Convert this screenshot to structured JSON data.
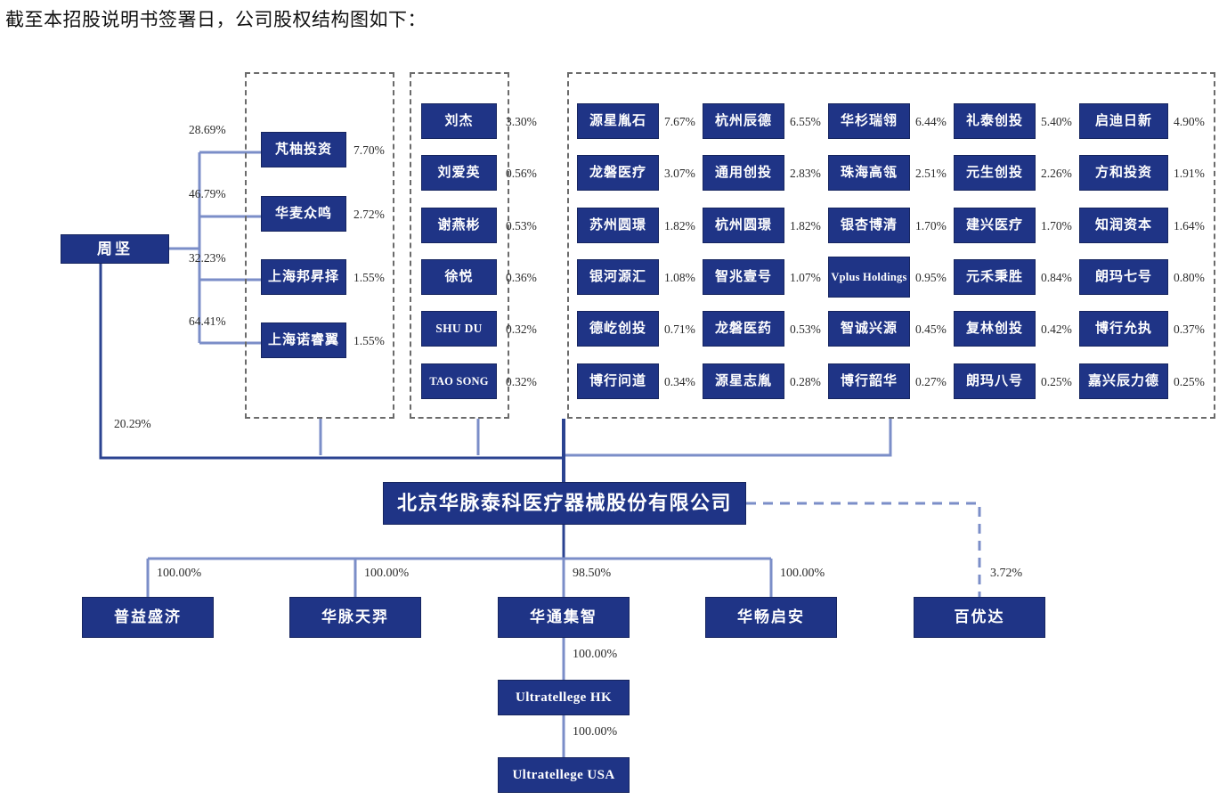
{
  "page": {
    "title": "截至本招股说明书签署日，公司股权结构图如下："
  },
  "colors": {
    "node_fill": "#1f3486",
    "node_text": "#ffffff",
    "connector": "#7b8ec8",
    "connector_dark": "#1f3486",
    "group_border": "#6b6b6b",
    "background": "#ffffff"
  },
  "chart_data": {
    "type": "diagram",
    "subtype": "shareholding-structure-tree",
    "root": "北京华脉泰科医疗器械股份有限公司"
  },
  "controller": {
    "name": "周坚",
    "direct_pct": "20.29%",
    "holdings": [
      {
        "pct_left": "28.69%",
        "entity": "芃柚投资",
        "pct_right": "7.70%"
      },
      {
        "pct_left": "46.79%",
        "entity": "华麦众鸣",
        "pct_right": "2.72%"
      },
      {
        "pct_left": "32.23%",
        "entity": "上海邦昇择",
        "pct_right": "1.55%"
      },
      {
        "pct_left": "64.41%",
        "entity": "上海诺睿翼",
        "pct_right": "1.55%"
      }
    ]
  },
  "natural_persons": [
    {
      "entity": "刘杰",
      "pct": "3.30%"
    },
    {
      "entity": "刘爱英",
      "pct": "0.56%"
    },
    {
      "entity": "谢燕彬",
      "pct": "0.53%"
    },
    {
      "entity": "徐悦",
      "pct": "0.36%"
    },
    {
      "entity": "SHU DU",
      "pct": "0.32%"
    },
    {
      "entity": "TAO SONG",
      "pct": "0.32%"
    }
  ],
  "institutions": {
    "columns": [
      [
        {
          "entity": "源星胤石",
          "pct": "7.67%"
        },
        {
          "entity": "龙磐医疗",
          "pct": "3.07%"
        },
        {
          "entity": "苏州圆璟",
          "pct": "1.82%"
        },
        {
          "entity": "银河源汇",
          "pct": "1.08%"
        },
        {
          "entity": "德屹创投",
          "pct": "0.71%"
        },
        {
          "entity": "博行问道",
          "pct": "0.34%"
        }
      ],
      [
        {
          "entity": "杭州辰德",
          "pct": "6.55%"
        },
        {
          "entity": "通用创投",
          "pct": "2.83%"
        },
        {
          "entity": "杭州圆璟",
          "pct": "1.82%"
        },
        {
          "entity": "智兆壹号",
          "pct": "1.07%"
        },
        {
          "entity": "龙磐医药",
          "pct": "0.53%"
        },
        {
          "entity": "源星志胤",
          "pct": "0.28%"
        }
      ],
      [
        {
          "entity": "华杉瑞翎",
          "pct": "6.44%"
        },
        {
          "entity": "珠海高瓴",
          "pct": "2.51%"
        },
        {
          "entity": "银杏博清",
          "pct": "1.70%"
        },
        {
          "entity": "Vplus Holdings",
          "pct": "0.95%"
        },
        {
          "entity": "智诚兴源",
          "pct": "0.45%"
        },
        {
          "entity": "博行韶华",
          "pct": "0.27%"
        }
      ],
      [
        {
          "entity": "礼泰创投",
          "pct": "5.40%"
        },
        {
          "entity": "元生创投",
          "pct": "2.26%"
        },
        {
          "entity": "建兴医疗",
          "pct": "1.70%"
        },
        {
          "entity": "元禾秉胜",
          "pct": "0.84%"
        },
        {
          "entity": "复林创投",
          "pct": "0.42%"
        },
        {
          "entity": "朗玛八号",
          "pct": "0.25%"
        }
      ],
      [
        {
          "entity": "启迪日新",
          "pct": "4.90%"
        },
        {
          "entity": "方和投资",
          "pct": "1.91%"
        },
        {
          "entity": "知润资本",
          "pct": "1.64%"
        },
        {
          "entity": "朗玛七号",
          "pct": "0.80%"
        },
        {
          "entity": "博行允执",
          "pct": "0.37%"
        },
        {
          "entity": "嘉兴辰力德",
          "pct": "0.25%"
        }
      ]
    ]
  },
  "company": {
    "name": "北京华脉泰科医疗器械股份有限公司"
  },
  "subsidiaries": [
    {
      "entity": "普益盛济",
      "pct": "100.00%",
      "link": "solid"
    },
    {
      "entity": "华脉天羿",
      "pct": "100.00%",
      "link": "solid"
    },
    {
      "entity": "华通集智",
      "pct": "98.50%",
      "link": "solid"
    },
    {
      "entity": "华畅启安",
      "pct": "100.00%",
      "link": "solid"
    },
    {
      "entity": "百优达",
      "pct": "3.72%",
      "link": "dashed"
    }
  ],
  "sub_chain": [
    {
      "entity": "Ultratellege HK",
      "pct": "100.00%"
    },
    {
      "entity": "Ultratellege USA",
      "pct": "100.00%"
    }
  ]
}
